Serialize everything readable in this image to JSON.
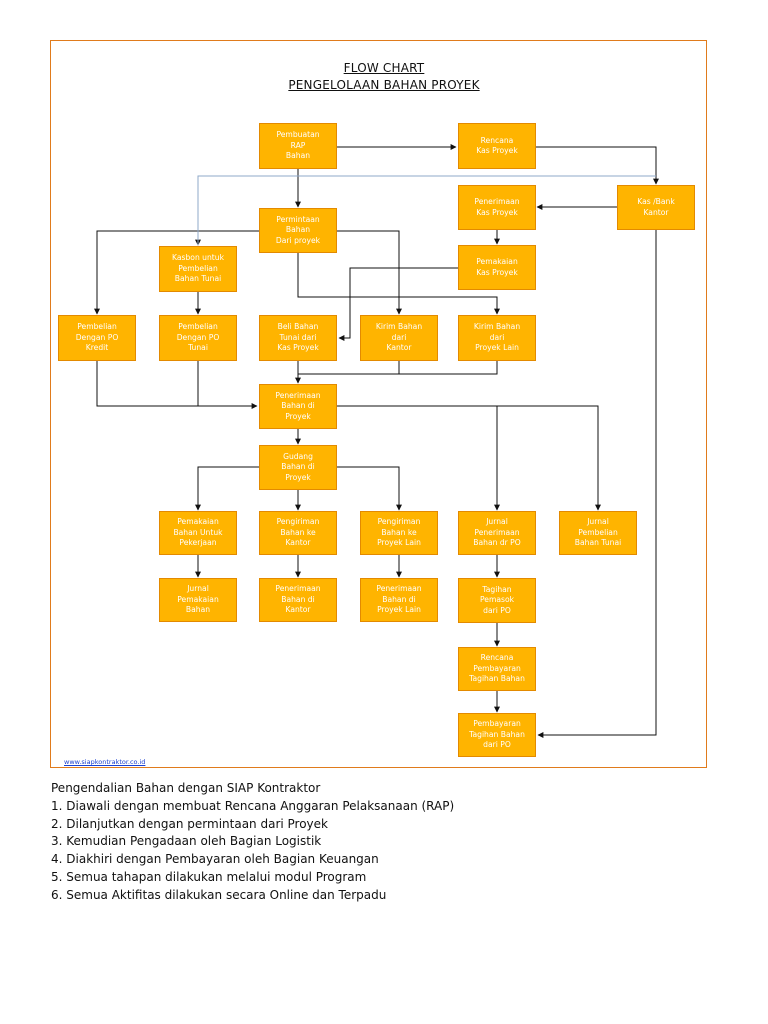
{
  "title_line1": "FLOW CHART",
  "title_line2": "PENGELOLAAN BAHAN PROYEK",
  "nodes": {
    "rap": "Pembuatan\nRAP\nBahan",
    "rencana_kas": "Rencana\nKas Proyek",
    "kas_bank": "Kas /Bank\nKantor",
    "penerimaan_kas": "Penerimaan\nKas Proyek",
    "permintaan": "Permintaan\nBahan\nDari proyek",
    "pemakaian_kas": "Pemakaian\nKas Proyek",
    "kasbon": "Kasbon untuk\nPembelian\nBahan Tunai",
    "po_kredit": "Pembelian\nDengan PO\nKredit",
    "po_tunai": "Pembelian\nDengan PO\nTunai",
    "beli_tunai": "Beli Bahan\nTunai dari\nKas Proyek",
    "kirim_kantor": "Kirim Bahan\ndari\nKantor",
    "kirim_proyek_lain": "Kirim Bahan\ndari\nProyek Lain",
    "penerimaan_proyek": "Penerimaan\nBahan di\nProyek",
    "gudang": "Gudang\nBahan di\nProyek",
    "pemakaian_pekerjaan": "Pemakaian\nBahan Untuk\nPekerjaan",
    "pengiriman_kantor": "Pengiriman\nBahan ke\nKantor",
    "pengiriman_proyek_lain": "Pengiriman\nBahan ke\nProyek Lain",
    "jurnal_penerimaan_po": "Jurnal\nPenerimaan\nBahan dr PO",
    "jurnal_tunai": "Jurnal\nPembelian\nBahan Tunai",
    "jurnal_pemakaian": "Jurnal\nPemakaian\nBahan",
    "penerimaan_kantor": "Penerimaan\nBahan di\nKantor",
    "penerimaan_proyek_lain": "Penerimaan\nBahan di\nProyek Lain",
    "tagihan": "Tagihan\nPemasok\ndari PO",
    "rencana_bayar": "Rencana\nPembayaran\nTagihan Bahan",
    "pembayaran": "Pembayaran\nTagihan Bahan\ndari PO"
  },
  "website": "www.siapkontraktor.co.id",
  "notes": [
    "Pengendalian Bahan dengan SIAP Kontraktor",
    "1. Diawali dengan membuat Rencana Anggaran Pelaksanaan (RAP)",
    "2. Dilanjutkan dengan permintaan dari Proyek",
    "3. Kemudian Pengadaan oleh Bagian Logistik",
    "4. Diakhiri dengan Pembayaran oleh Bagian Keuangan",
    "5. Semua tahapan dilakukan melalui modul Program",
    "6. Semua Aktifitas dilakukan secara Online dan Terpadu"
  ],
  "colors": {
    "node_fill": "#ffb400",
    "node_border": "#e38a00",
    "frame": "#e07b1c",
    "connector": "#111111",
    "rap_link": "#8fa9c8"
  }
}
